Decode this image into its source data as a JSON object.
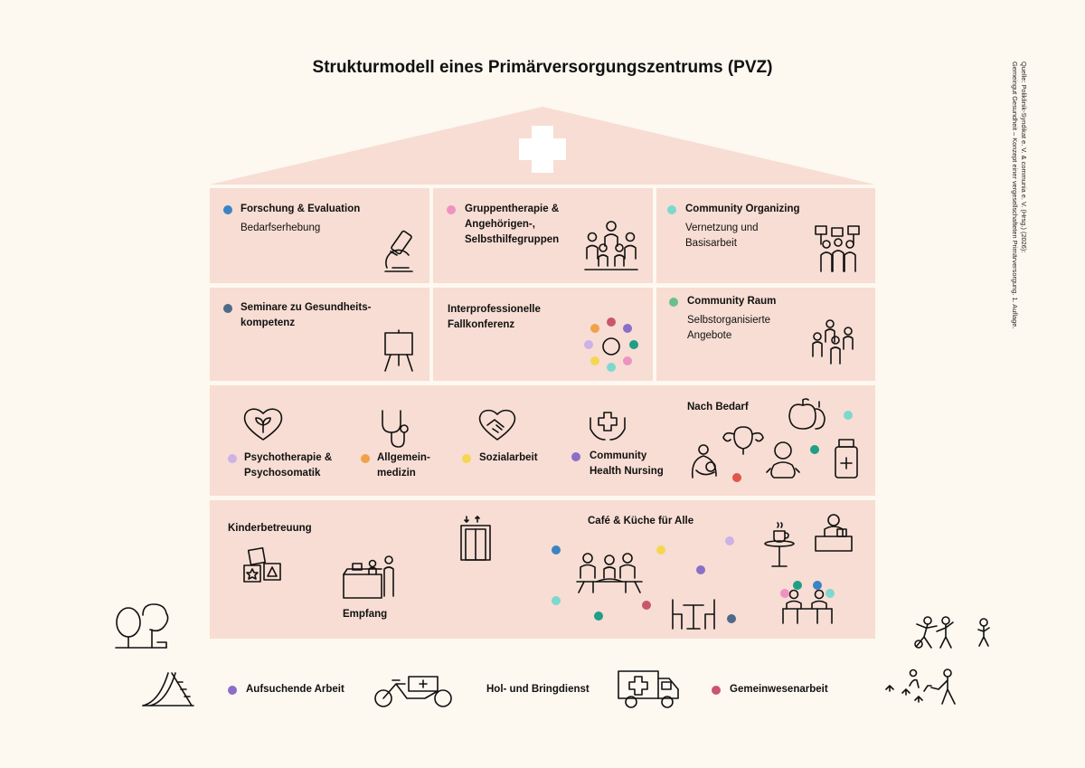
{
  "title": "Strukturmodell eines Primärversorgungszentrums (PVZ)",
  "credit": {
    "line1": "Quelle: Poliklinik-Syndikat e. V. & communia e. V. (Hrsg.) (2026):",
    "line2": "Gemeingut Gesundheit – Konzept einer vergesellschafteten Primärversorgung. 1. Auflage."
  },
  "colors": {
    "background": "#fdf8f0",
    "house": "#f7ddd3",
    "blue": "#3a84c4",
    "pink": "#ee92c2",
    "mint": "#7dd8cf",
    "slate": "#4e6a88",
    "green": "#6cbf8a",
    "lavender": "#cdb2e6",
    "orange": "#f2a14a",
    "yellow": "#f5d652",
    "purple": "#8a6ec9",
    "red": "#e0554c",
    "teal": "#1e9f86",
    "rose": "#c9566e"
  },
  "row1": {
    "research": {
      "title": "Forschung & Evaluation",
      "subtitle": "Bedarfserhebung",
      "icon": "microscope-icon"
    },
    "group_therapy": {
      "title_lines": [
        "Gruppentherapie &",
        "Angehörigen-,",
        "Selbsthilfegruppen"
      ],
      "icon": "group-circle-icon"
    },
    "community_organizing": {
      "title": "Community Organizing",
      "subtitle_lines": [
        "Vernetzung und",
        "Basisarbeit"
      ],
      "icon": "protest-group-icon"
    }
  },
  "row2": {
    "seminars": {
      "title_lines": [
        "Seminare zu Gesundheits-",
        "kompetenz"
      ],
      "icon": "easel-icon"
    },
    "case_conference": {
      "title_lines": [
        "Interprofessionelle",
        "Fallkonferenz"
      ]
    },
    "community_room": {
      "title": "Community Raum",
      "subtitle_lines": [
        "Selbstorganisierte",
        "Angebote"
      ],
      "icon": "people-group-icon"
    }
  },
  "row3": {
    "psychotherapy": {
      "lines": [
        "Psychotherapie &",
        "Psychosomatik"
      ],
      "icon": "heart-leaf-icon"
    },
    "general_medicine": {
      "lines": [
        "Allgemein-",
        "medizin"
      ],
      "icon": "stethoscope-icon"
    },
    "social_work": {
      "label": "Sozialarbeit",
      "icon": "handshake-heart-icon"
    },
    "community_health_nursing": {
      "lines": [
        "Community",
        "Health Nursing"
      ],
      "icon": "hands-cross-icon"
    },
    "on_demand": {
      "label": "Nach Bedarf",
      "icons": [
        "fruit-icon",
        "uterus-icon",
        "nursing-mother-icon",
        "baby-icon",
        "medicine-bottle-icon"
      ]
    }
  },
  "row4": {
    "childcare": {
      "label": "Kinderbetreuung",
      "icon": "toy-blocks-icon"
    },
    "reception": {
      "label": "Empfang",
      "icon": "reception-desk-icon"
    },
    "elevator": {
      "icon": "elevator-icon"
    },
    "cafe": {
      "label": "Café & Küche für Alle",
      "icons": [
        "coffee-table-icon",
        "barista-icon",
        "dining-group-icon",
        "chairs-table-icon",
        "family-table-icon"
      ]
    }
  },
  "ground": {
    "outreach": {
      "label": "Aufsuchende Arbeit",
      "icon": "cargo-bike-icon"
    },
    "pickup": {
      "label": "Hol- und Bringdienst",
      "icon": "ambulance-icon"
    },
    "community_work": {
      "label": "Gemeinwesenarbeit",
      "icon": "gardening-icon"
    },
    "decor": [
      "trees-icon",
      "slide-icon",
      "playing-kids-icon"
    ]
  }
}
